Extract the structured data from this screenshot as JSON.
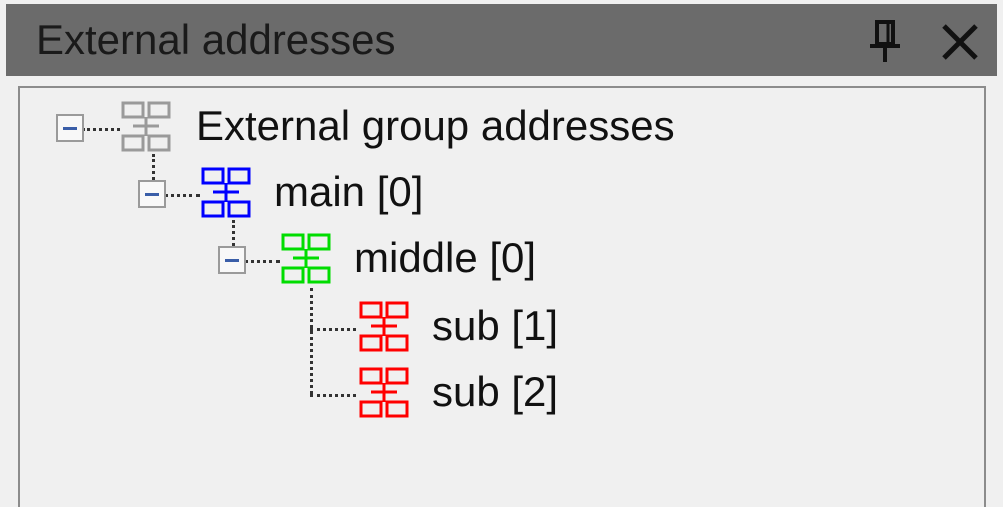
{
  "window": {
    "title": "External addresses",
    "buttons": {
      "pin": "pin-icon",
      "close": "close-icon"
    }
  },
  "tree": {
    "root": {
      "label": "External group addresses",
      "icon_color": "#9a9a9a",
      "expanded": true
    },
    "main": {
      "label": "main [0]",
      "icon_color": "#0000ff",
      "expanded": true
    },
    "middle": {
      "label": "middle [0]",
      "icon_color": "#00dd00",
      "expanded": true
    },
    "subs": [
      {
        "label": "sub [1]",
        "icon_color": "#ff0000"
      },
      {
        "label": "sub [2]",
        "icon_color": "#ff0000"
      }
    ]
  },
  "colors": {
    "titlebar": "#6b6b6b",
    "background": "#f0f0f0",
    "expander_minus": "#3a5ea8"
  }
}
